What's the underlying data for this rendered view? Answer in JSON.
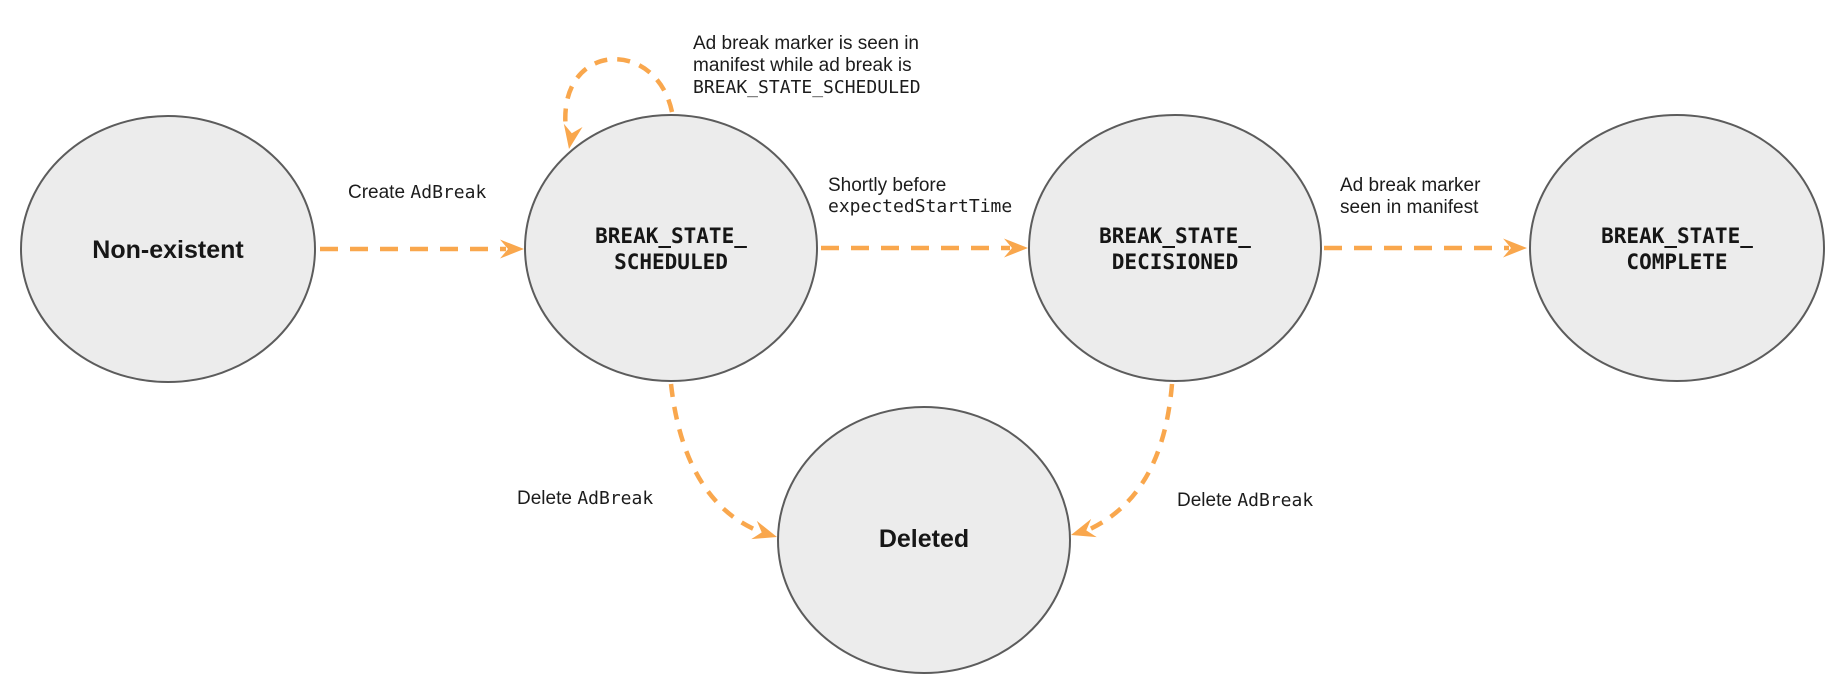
{
  "diagram": {
    "type": "state-diagram",
    "colors": {
      "arrow": "#F9A74D",
      "node_fill": "#ECECEC",
      "node_border": "#5C5C5C",
      "text": "#1C1C1C"
    },
    "nodes": [
      {
        "id": "non_existent",
        "label": "Non-existent"
      },
      {
        "id": "break_state_scheduled",
        "line1": "BREAK_STATE_",
        "line2": "SCHEDULED"
      },
      {
        "id": "break_state_decisioned",
        "line1": "BREAK_STATE_",
        "line2": "DECISIONED"
      },
      {
        "id": "break_state_complete",
        "line1": "BREAK_STATE_",
        "line2": "COMPLETE"
      },
      {
        "id": "deleted",
        "label": "Deleted"
      }
    ],
    "edges": {
      "create": {
        "plain": "Create",
        "code": "AdBreak"
      },
      "self_loop": {
        "line1": "Ad break marker is seen in",
        "line2": "manifest while ad break is",
        "line3_code": "BREAK_STATE_SCHEDULED"
      },
      "to_decisioned": {
        "line1": "Shortly before",
        "line2_code": "expectedStartTime"
      },
      "to_complete": {
        "line1": "Ad break marker",
        "line2": "seen in manifest"
      },
      "delete_from_scheduled": {
        "plain": "Delete",
        "code": "AdBreak"
      },
      "delete_from_decisioned": {
        "plain": "Delete",
        "code": "AdBreak"
      }
    }
  }
}
